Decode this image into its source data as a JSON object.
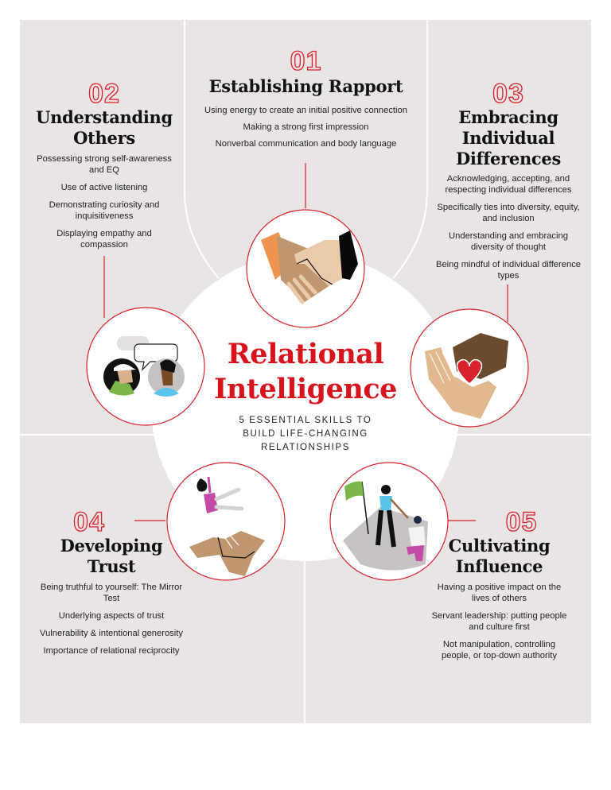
{
  "colors": {
    "background": "#e8e5e4",
    "accent_red": "#d7212c",
    "title_red": "#d7141e",
    "white": "#ffffff"
  },
  "center": {
    "title_line1": "Relational",
    "title_line2": "Intelligence",
    "subtitle_line1": "5 ESSENTIAL SKILLS TO",
    "subtitle_line2": "BUILD LIFE-CHANGING",
    "subtitle_line3": "RELATIONSHIPS"
  },
  "skills": [
    {
      "number": "01",
      "title": "Establishing Rapport",
      "icon": "handshake-icon",
      "items": [
        "Using energy to create an initial positive connection",
        "Making a strong first impression",
        "Nonverbal communication and body language"
      ]
    },
    {
      "number": "02",
      "title_line1": "Understanding",
      "title_line2": "Others",
      "icon": "conversation-icon",
      "items": [
        "Possessing strong self-awareness and EQ",
        "Use of active listening",
        "Demonstrating curiosity and inquisitiveness",
        "Displaying empathy and compassion"
      ]
    },
    {
      "number": "03",
      "title_line1": "Embracing",
      "title_line2": "Individual",
      "title_line3": "Differences",
      "icon": "heart-in-hands-icon",
      "items": [
        "Acknowledging, accepting, and respecting individual differences",
        "Specifically ties into diversity, equity, and inclusion",
        "Understanding and embracing diversity of thought",
        "Being mindful of individual difference types"
      ]
    },
    {
      "number": "04",
      "title_line1": "Developing",
      "title_line2": "Trust",
      "icon": "trust-fall-icon",
      "items": [
        "Being truthful to yourself: The Mirror Test",
        "Underlying aspects of trust",
        "Vulnerability & intentional generosity",
        "Importance of relational reciprocity"
      ]
    },
    {
      "number": "05",
      "title_line1": "Cultivating",
      "title_line2": "Influence",
      "icon": "helping-hand-summit-icon",
      "items": [
        "Having a positive impact on the lives of others",
        "Servant leadership: putting people and culture first",
        "Not manipulation, controlling people, or top-down authority"
      ]
    }
  ]
}
